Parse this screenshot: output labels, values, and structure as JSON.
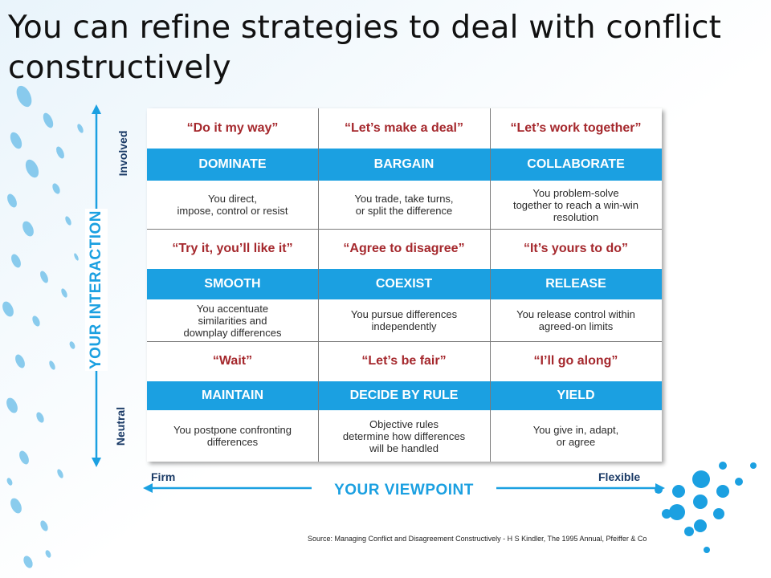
{
  "title": "You can refine strategies to deal with conflict constructively",
  "grid": [
    [
      {
        "quote": "“Do it my way”",
        "strategy": "DOMINATE",
        "desc": "You direct,\nimpose, control or resist"
      },
      {
        "quote": "“Let’s make a deal”",
        "strategy": "BARGAIN",
        "desc": "You trade, take turns,\nor split the difference"
      },
      {
        "quote": "“Let’s work together”",
        "strategy": "COLLABORATE",
        "desc": "You problem-solve\ntogether to reach a win-win\nresolution"
      }
    ],
    [
      {
        "quote": "“Try it, you’ll like it”",
        "strategy": "SMOOTH",
        "desc": "You accentuate\nsimilarities and\ndownplay differences"
      },
      {
        "quote": "“Agree to disagree”",
        "strategy": "COEXIST",
        "desc": "You pursue differences\nindependently"
      },
      {
        "quote": "“It’s yours to do”",
        "strategy": "RELEASE",
        "desc": "You release control within\nagreed-on limits"
      }
    ],
    [
      {
        "quote": "“Wait”",
        "strategy": "MAINTAIN",
        "desc": "You postpone confronting\ndifferences"
      },
      {
        "quote": "“Let’s be fair”",
        "strategy": "DECIDE BY RULE",
        "desc": "Objective rules\ndetermine how differences\nwill be handled"
      },
      {
        "quote": "“I’ll go along”",
        "strategy": "YIELD",
        "desc": "You give in, adapt,\nor agree"
      }
    ]
  ],
  "axes": {
    "y_label": "YOUR INTERACTION",
    "y_top": "Involved",
    "y_bottom": "Neutral",
    "x_label": "YOUR VIEWPOINT",
    "x_left": "Firm",
    "x_right": "Flexible"
  },
  "source": "Source:  Managing Conflict and Disagreement Constructively - H S Kindler, The 1995 Annual, Pfeiffer & Co",
  "colors": {
    "accent": "#1ba0e1",
    "quote": "#a5282d",
    "axis_text": "#1a3a66"
  }
}
